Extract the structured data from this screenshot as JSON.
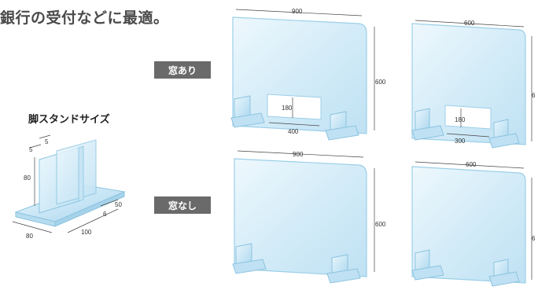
{
  "heading": "銀行の受付などに最適。",
  "leg_stand": {
    "title": "脚スタンドサイズ",
    "dims": {
      "thickness_a": "5",
      "thickness_b": "5",
      "height": "80",
      "width": "80",
      "depth": "100",
      "base_depth": "50",
      "base_height": "6"
    }
  },
  "badges": {
    "with_window": "窓あり",
    "without_window": "窓なし"
  },
  "panels": {
    "window_900": {
      "width": "900",
      "height": "600",
      "win_height": "180",
      "win_width": "400"
    },
    "window_600": {
      "width": "600",
      "height": "6",
      "win_height": "180",
      "win_width": "300"
    },
    "nowindow_900": {
      "width": "900",
      "height": "600"
    },
    "nowindow_600": {
      "width": "600",
      "height": "6"
    }
  },
  "colors": {
    "panel_fill": "#dff1fb",
    "panel_edge": "#9ccfe8",
    "badge_bg": "#6a6a6a"
  }
}
